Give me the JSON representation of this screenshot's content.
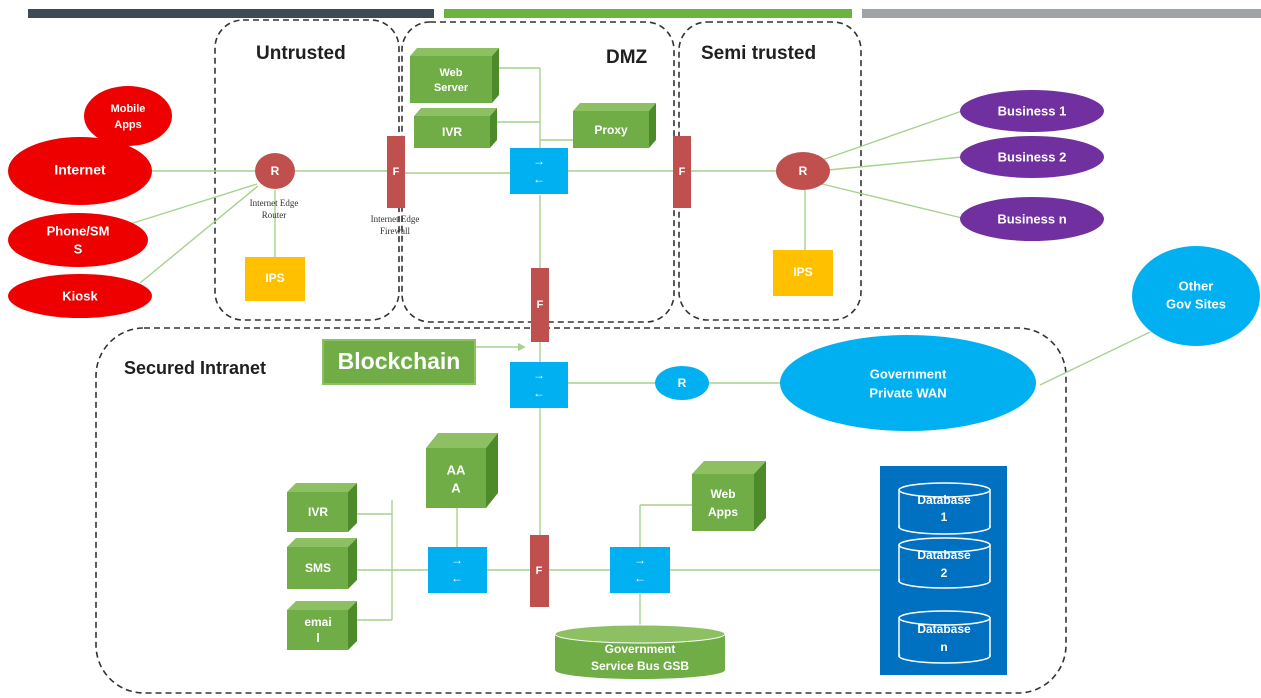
{
  "header_bar": {
    "colors": [
      "#3f4a54",
      "#6cb33f",
      "#9ea3a8"
    ]
  },
  "zones": {
    "untrusted": "Untrusted",
    "dmz": "DMZ",
    "semi_trusted": "Semi trusted",
    "secured_intranet": "Secured Intranet"
  },
  "external": {
    "mobile_apps": [
      "Mobile",
      "Apps"
    ],
    "internet": "Internet",
    "phone_sms": [
      "Phone/SM",
      "S"
    ],
    "kiosk": "Kiosk"
  },
  "edge": {
    "router_label": "R",
    "router_caption": [
      "Internet Edge",
      "Router"
    ],
    "firewall_label": "F",
    "firewall_caption": [
      "Internet Edge",
      "Firewall"
    ],
    "ips": "IPS"
  },
  "dmz": {
    "web_server": [
      "Web",
      "Server"
    ],
    "ivr": "IVR",
    "proxy": "Proxy",
    "firewall_semi": "F",
    "firewall_intranet": "F"
  },
  "semi_trusted": {
    "router_label": "R",
    "ips": "IPS",
    "business": [
      "Business 1",
      "Business 2",
      "Business n"
    ]
  },
  "wan": {
    "other_gov_sites": [
      "Other",
      "Gov Sites"
    ],
    "gov_private_wan": [
      "Government",
      "Private WAN"
    ],
    "router_label": "R"
  },
  "intranet": {
    "blockchain": "Blockchain",
    "aaa": [
      "AA",
      "A"
    ],
    "ivr": "IVR",
    "sms": "SMS",
    "email": [
      "emai",
      "l"
    ],
    "firewall": "F",
    "web_apps": [
      "Web",
      "Apps"
    ],
    "gsb": [
      "Government",
      "Service Bus GSB"
    ],
    "databases": [
      [
        "Database",
        "1"
      ],
      [
        "Database",
        "2"
      ],
      [
        "Database",
        "n"
      ]
    ]
  },
  "colors": {
    "red_node": "#ee0000",
    "router": "#c0504d",
    "firewall": "#c0504d",
    "ips": "#ffc000",
    "green_box": "#70ad47",
    "green_top": "#8cc063",
    "green_side": "#4d8a2a",
    "purple": "#7030a0",
    "switch": "#00b0f0",
    "cyan": "#00b0f0",
    "db_panel": "#0070c0",
    "line": "#a9d18e"
  }
}
